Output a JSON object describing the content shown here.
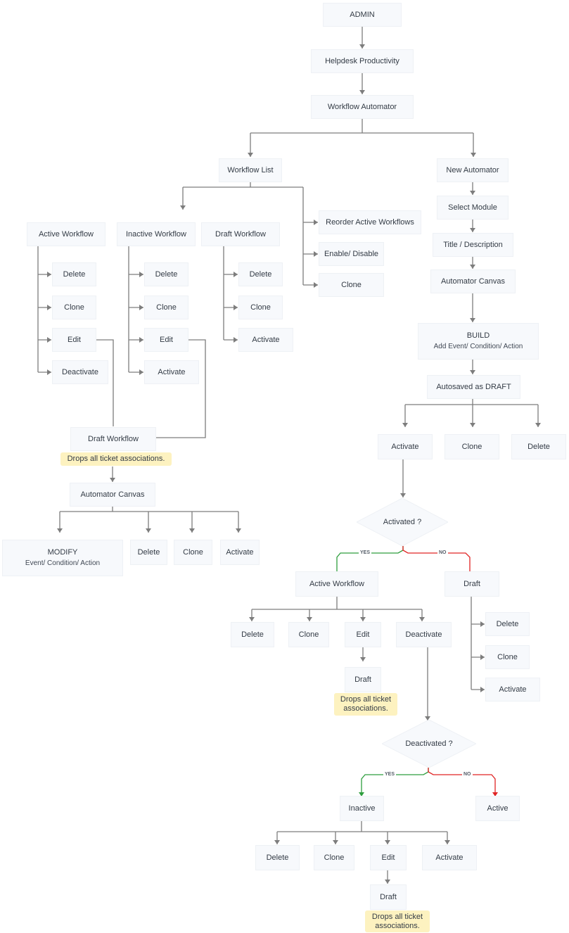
{
  "colors": {
    "connector": "#7d7d7d",
    "yes": "#2e9e3e",
    "no": "#e02424",
    "node_bg": "#f7f9fc",
    "note_bg": "#fdf2c0"
  },
  "nodes": {
    "admin": "ADMIN",
    "helpdesk": "Helpdesk Productivity",
    "automator": "Workflow Automator",
    "wf_list": "Workflow List",
    "new_automator": "New Automator",
    "active_wf": "Active Workflow",
    "inactive_wf": "Inactive Workflow",
    "draft_wf": "Draft Workflow",
    "reorder": "Reorder Active Workflows",
    "enable_disable": "Enable/ Disable",
    "list_clone": "Clone",
    "aw_delete": "Delete",
    "aw_clone": "Clone",
    "aw_edit": "Edit",
    "aw_deactivate": "Deactivate",
    "iw_delete": "Delete",
    "iw_clone": "Clone",
    "iw_edit": "Edit",
    "iw_activate": "Activate",
    "dw_delete": "Delete",
    "dw_clone": "Clone",
    "dw_activate": "Activate",
    "left_draft": "Draft Workflow",
    "left_note": "Drops all ticket associations.",
    "left_canvas": "Automator Canvas",
    "modify_title": "MODIFY",
    "modify_sub": "Event/ Condition/ Action",
    "lm_delete": "Delete",
    "lm_clone": "Clone",
    "lm_activate": "Activate",
    "select_module": "Select Module",
    "title_desc": "Title / Description",
    "canvas": "Automator Canvas",
    "build_title": "BUILD",
    "build_sub": "Add Event/ Condition/ Action",
    "autosaved": "Autosaved as DRAFT",
    "r_activate": "Activate",
    "r_clone": "Clone",
    "r_delete": "Delete",
    "activated_q": "Activated ?",
    "yes1": "YES",
    "no1": "NO",
    "r_active_wf": "Active Workflow",
    "r_draft": "Draft",
    "ra_delete": "Delete",
    "ra_clone": "Clone",
    "ra_edit": "Edit",
    "ra_deactivate": "Deactivate",
    "ra_draft": "Draft",
    "ra_note": "Drops all ticket associations.",
    "rd_delete": "Delete",
    "rd_clone": "Clone",
    "rd_activate": "Activate",
    "deactivated_q": "Deactivated ?",
    "yes2": "YES",
    "no2": "NO",
    "inactive": "Inactive",
    "active": "Active",
    "ri_delete": "Delete",
    "ri_clone": "Clone",
    "ri_edit": "Edit",
    "ri_activate": "Activate",
    "ri_draft": "Draft",
    "ri_note": "Drops all ticket associations."
  }
}
